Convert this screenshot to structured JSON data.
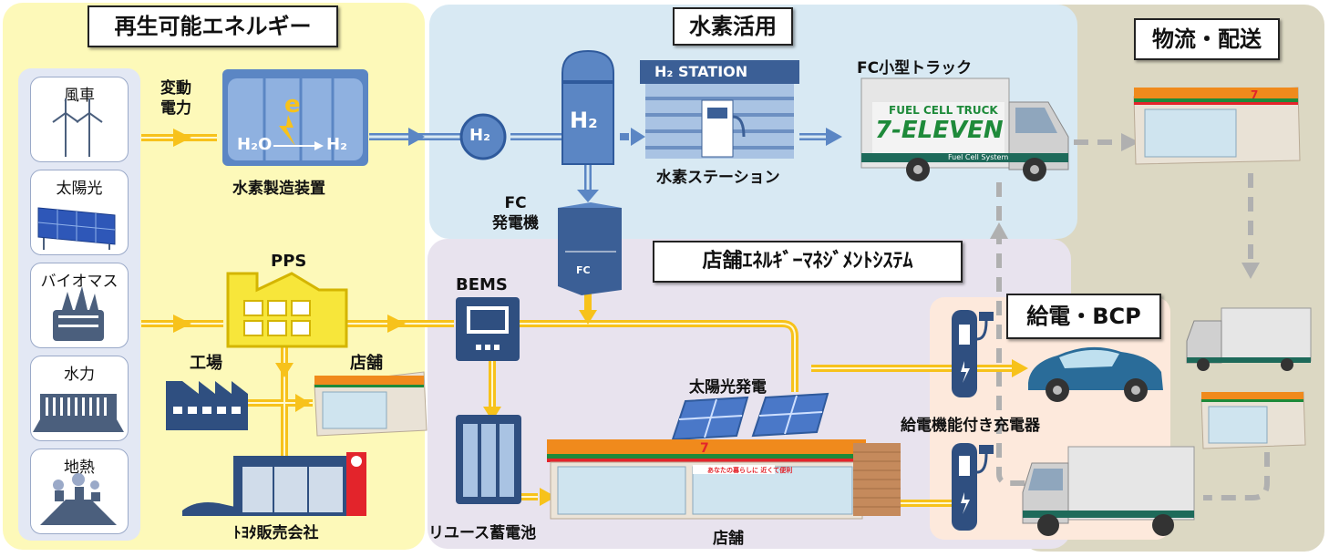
{
  "sections": {
    "renewable": "再生可能エネルギー",
    "hydrogen": "水素活用",
    "logistics": "物流・配送",
    "store_ems": "店舗ｴﾈﾙｷﾞｰﾏﾈｼﾞﾒﾝﾄｼｽﾃﾑ",
    "bcp": "給電・BCP"
  },
  "sources": [
    "風車",
    "太陽光",
    "バイオマス",
    "水力",
    "地熱"
  ],
  "labels": {
    "variable_power": "変動\n電力",
    "electrolyzer": "水素製造装置",
    "electrolyzer_formula_left": "H₂O",
    "electrolyzer_formula_right": "H₂",
    "electrolyzer_e": "e",
    "h2_circle": "H₂",
    "h2_tank": "H₂",
    "h2_station_sign": "H₂ STATION",
    "h2_station": "水素ステーション",
    "fc_truck": "FC小型トラック",
    "fc_generator": "FC\n発電機",
    "fc_unit": "FC",
    "pps": "PPS",
    "factory": "工場",
    "store_small": "店舗",
    "toyota_dealer": "ﾄﾖﾀ販売会社",
    "bems": "BEMS",
    "reuse_battery": "リユース蓄電池",
    "solar_panel": "太陽光発電",
    "store_main": "店舗",
    "charger": "給電機能付き充電器",
    "truck_brand_line1": "FUEL CELL TRUCK",
    "truck_brand_line2": "7-ELEVEN",
    "truck_sub": "Fuel Cell System",
    "store_banner": "あなたの暮らしに 近くて便利"
  },
  "colors": {
    "renewable_bg": "#fdf9b9",
    "hydrogen_bg": "#d8e9f3",
    "logistics_bg": "#dcd8c3",
    "ems_bg": "#e8e3ee",
    "bcp_bg": "#fde9dc",
    "power_line": "#f7c21b",
    "h2_line": "#5b86c4",
    "dashed_route": "#b0b0b0",
    "truck_green": "#1e8a3a",
    "seven_orange": "#f08a1c",
    "seven_red": "#e3242b"
  }
}
